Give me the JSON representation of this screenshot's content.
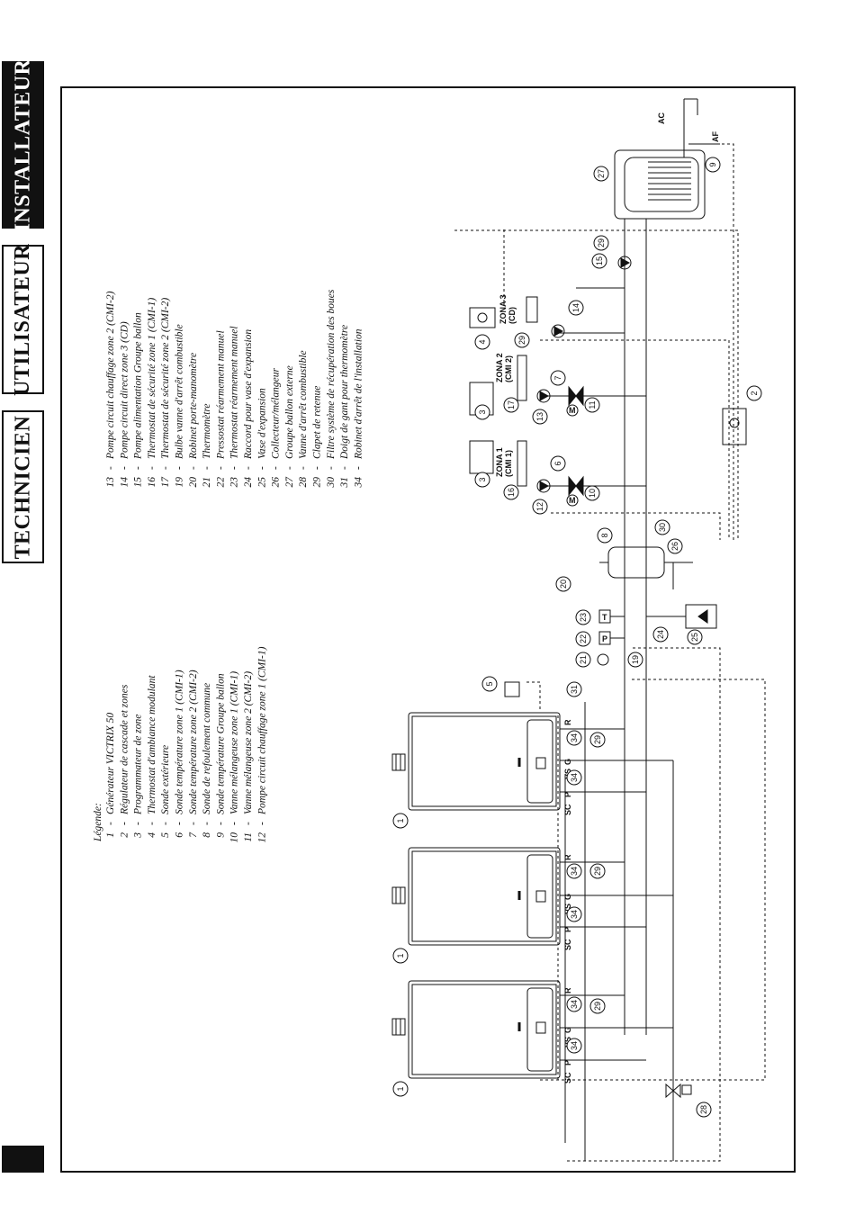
{
  "tabs": [
    {
      "label": "INSTALLATEUR",
      "active": true
    },
    {
      "label": "UTILISATEUR",
      "active": false
    },
    {
      "label": "TECHNICIEN",
      "active": false
    }
  ],
  "legend": {
    "title": "Légende:",
    "items": [
      {
        "num": "1",
        "text": "Générateur VICTRIX 50"
      },
      {
        "num": "2",
        "text": "Régulateur de cascade et zones"
      },
      {
        "num": "3",
        "text": "Programmateur de zone"
      },
      {
        "num": "4",
        "text": "Thermostat d'ambiance modulant"
      },
      {
        "num": "5",
        "text": "Sonde extérieure"
      },
      {
        "num": "6",
        "text": "Sonde température zone 1 (CMI-1)"
      },
      {
        "num": "7",
        "text": "Sonde température zone 2 (CMI-2)"
      },
      {
        "num": "8",
        "text": "Sonde de refoulement commune"
      },
      {
        "num": "9",
        "text": "Sonde température Groupe ballon"
      },
      {
        "num": "10",
        "text": "Vanne mélangeuse zone 1 (CMI-1)"
      },
      {
        "num": "11",
        "text": "Vanne mélangeuse zone 2 (CMI-2)"
      },
      {
        "num": "12",
        "text": "Pompe circuit chauffage zone 1 (CMI-1)"
      },
      {
        "num": "13",
        "text": "Pompe circuit chauffage zone 2 (CMI-2)"
      },
      {
        "num": "14",
        "text": "Pompe circuit direct zone 3 (CD)"
      },
      {
        "num": "15",
        "text": "Pompe alimentation Groupe ballon"
      },
      {
        "num": "16",
        "text": "Thermostat de sécurité zone 1 (CMI-1)"
      },
      {
        "num": "17",
        "text": "Thermostat de sécurité zone 2 (CMI-2)"
      },
      {
        "num": "19",
        "text": "Bulbe vanne d'arrêt combustible"
      },
      {
        "num": "20",
        "text": "Robinet porte-manomètre"
      },
      {
        "num": "21",
        "text": "Thermomètre"
      },
      {
        "num": "22",
        "text": "Pressostat réarmement manuel"
      },
      {
        "num": "23",
        "text": "Thermostat réarmement manuel"
      },
      {
        "num": "24",
        "text": "Raccord pour vase d'expansion"
      },
      {
        "num": "25",
        "text": "Vase d'expansion"
      },
      {
        "num": "26",
        "text": "Collecteur/mélangeur"
      },
      {
        "num": "27",
        "text": "Groupe ballon externe"
      },
      {
        "num": "28",
        "text": "Vanne d'arrêt combustible"
      },
      {
        "num": "29",
        "text": "Clapet de retenue"
      },
      {
        "num": "30",
        "text": "Filtre système de récupération des boues"
      },
      {
        "num": "31",
        "text": "Doigt de gant pour thermomètre"
      },
      {
        "num": "34",
        "text": "Robinet d'arrêt de l'installation"
      }
    ]
  },
  "diagram": {
    "boiler_ports": [
      "SC",
      "P",
      "VS",
      "G",
      "R"
    ],
    "zones": [
      {
        "line1": "ZONA 1",
        "line2": "(CMI 1)"
      },
      {
        "line1": "ZONA 2",
        "line2": "(CMI 2)"
      },
      {
        "line1": "ZONA 3",
        "line2": "(CD)"
      }
    ],
    "labels": {
      "ac": "AC",
      "af": "AF",
      "m": "M",
      "t": "T",
      "p": "P"
    },
    "callouts": [
      "1",
      "2",
      "3",
      "4",
      "5",
      "6",
      "7",
      "8",
      "9",
      "10",
      "11",
      "12",
      "13",
      "14",
      "15",
      "16",
      "17",
      "19",
      "20",
      "21",
      "22",
      "23",
      "24",
      "25",
      "26",
      "27",
      "28",
      "29",
      "30",
      "31",
      "34"
    ]
  }
}
